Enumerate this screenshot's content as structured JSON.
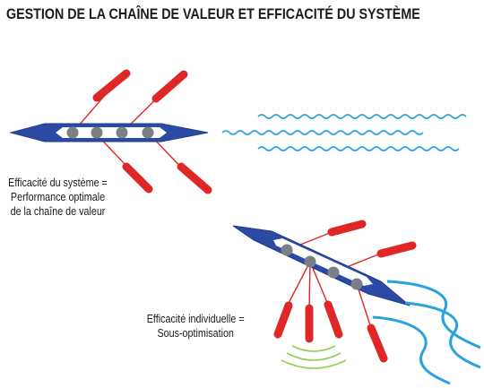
{
  "title": "GESTION DE LA CHAÎNE DE VALEUR ET EFFICACITÉ DU SYSTÈME",
  "captions": {
    "system": [
      "Efficacité du système =",
      "Performance optimale",
      "de la chaîne de valeur"
    ],
    "individual": [
      "Efficacité individuelle =",
      "Sous-optimisation"
    ]
  },
  "colors": {
    "hull": "#2a4aa3",
    "hull_stroke": "#1f3a8a",
    "rower": "#7a7f86",
    "oar": "#e02727",
    "water": "#29a3dd",
    "wake": "#8fd14f"
  },
  "icons": {
    "boat_synchronized": "rowing-boat-icon",
    "boat_unsynchronized": "rowing-boat-icon",
    "calm_water": "water-waves-icon",
    "turbulent_water": "water-waves-icon",
    "splash": "splash-arcs-icon"
  }
}
